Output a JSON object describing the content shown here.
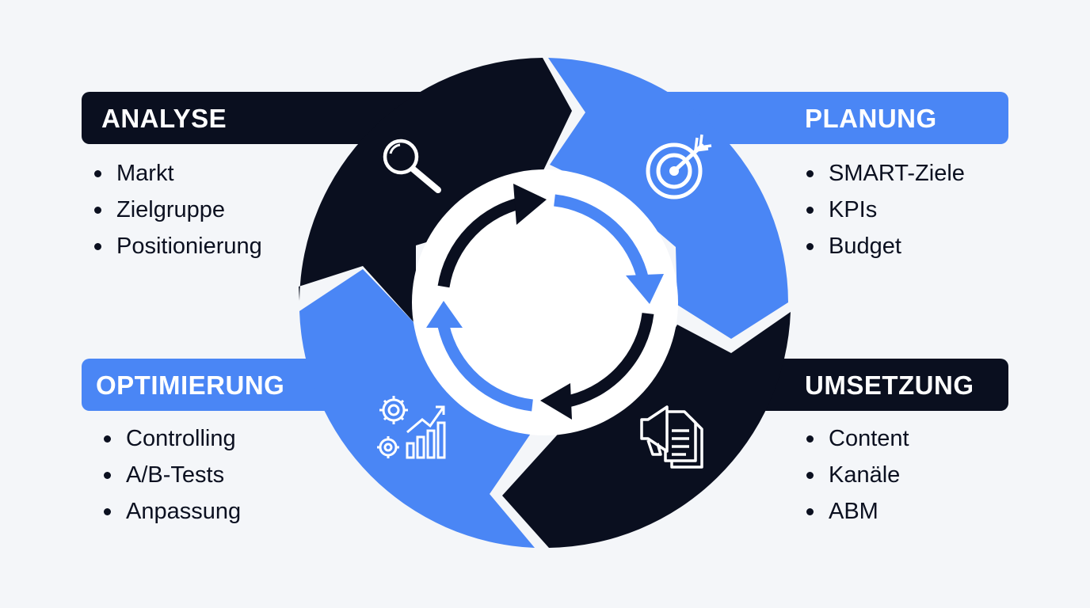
{
  "colors": {
    "dark": "#0a0f1f",
    "blue": "#4a86f5",
    "background": "#f4f6f9",
    "text": "#0b1020"
  },
  "phases": [
    {
      "key": "analyse",
      "title": "ANALYSE",
      "icon": "magnifier-icon",
      "items": [
        "Markt",
        "Zielgruppe",
        "Positionierung"
      ]
    },
    {
      "key": "planung",
      "title": "PLANUNG",
      "icon": "target-icon",
      "items": [
        "SMART-Ziele",
        "KPIs",
        "Budget"
      ]
    },
    {
      "key": "umsetzung",
      "title": "UMSETZUNG",
      "icon": "megaphone-document-icon",
      "items": [
        "Content",
        "Kanäle",
        "ABM"
      ]
    },
    {
      "key": "optimierung",
      "title": "OPTIMIERUNG",
      "icon": "gears-chart-icon",
      "items": [
        "Controlling",
        "A/B-Tests",
        "Anpassung"
      ]
    }
  ]
}
